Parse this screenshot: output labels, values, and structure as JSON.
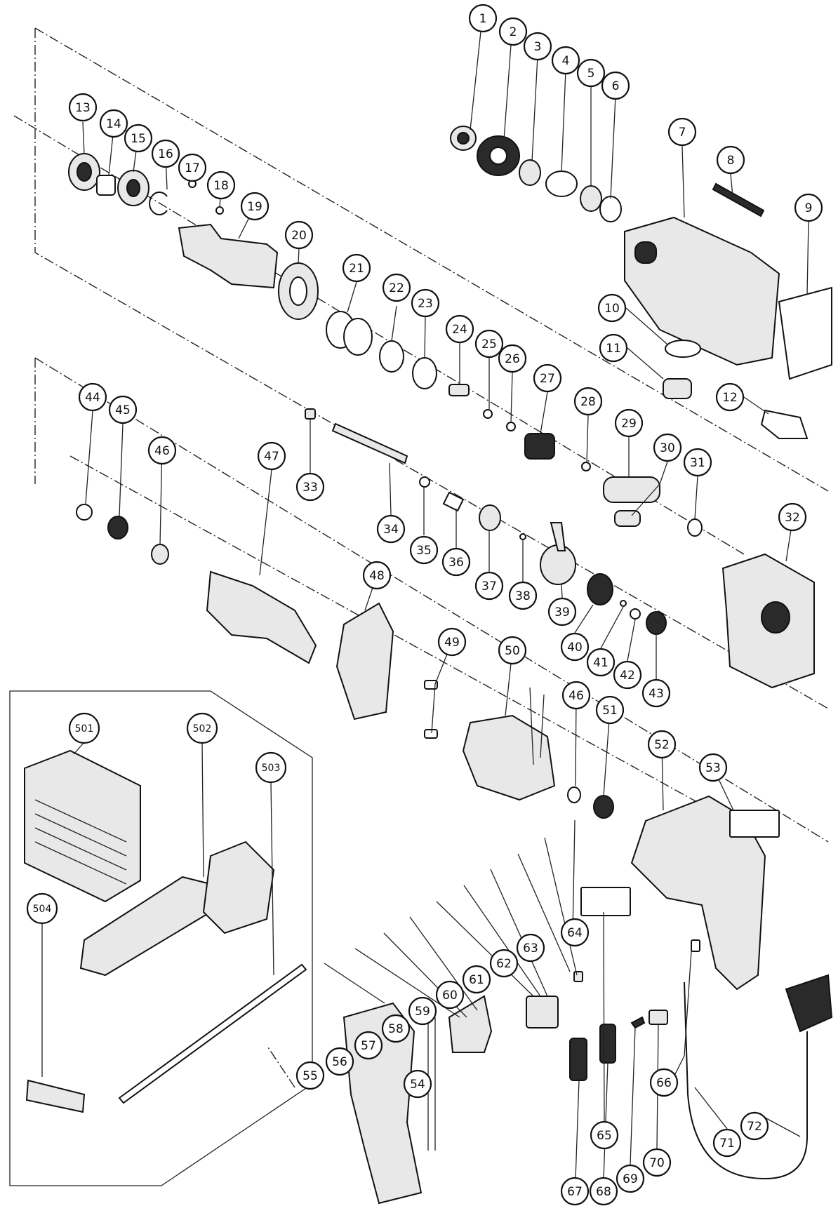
{
  "diagram": {
    "callouts": [
      "1",
      "2",
      "3",
      "4",
      "5",
      "6",
      "7",
      "8",
      "9",
      "10",
      "11",
      "12",
      "13",
      "14",
      "15",
      "16",
      "17",
      "18",
      "19",
      "20",
      "21",
      "22",
      "23",
      "24",
      "25",
      "26",
      "27",
      "28",
      "29",
      "30",
      "31",
      "32",
      "33",
      "34",
      "35",
      "36",
      "37",
      "38",
      "39",
      "40",
      "41",
      "42",
      "43",
      "44",
      "45",
      "46",
      "46",
      "47",
      "48",
      "49",
      "50",
      "51",
      "52",
      "53",
      "54",
      "55",
      "56",
      "57",
      "58",
      "59",
      "60",
      "61",
      "62",
      "63",
      "64",
      "65",
      "66",
      "67",
      "68",
      "69",
      "70",
      "71",
      "72",
      "501",
      "502",
      "503",
      "504"
    ]
  }
}
